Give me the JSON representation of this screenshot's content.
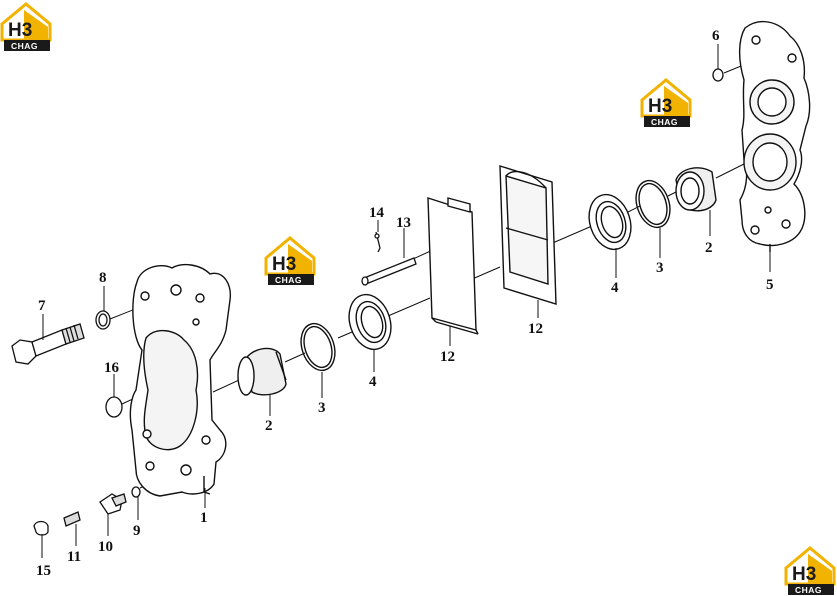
{
  "diagram": {
    "type": "exploded-parts-view",
    "logo": {
      "main": "H3",
      "sub": "CHAG",
      "brand_color": "#f2b200",
      "dark_color": "#1a1a1a"
    },
    "callouts": {
      "c1": "1",
      "c2a": "2",
      "c2b": "2",
      "c3a": "3",
      "c3b": "3",
      "c4a": "4",
      "c4b": "4",
      "c5": "5",
      "c6": "6",
      "c7": "7",
      "c8": "8",
      "c9": "9",
      "c10": "10",
      "c11": "11",
      "c12a": "12",
      "c12b": "12",
      "c13": "13",
      "c14": "14",
      "c15": "15",
      "c16": "16"
    }
  }
}
